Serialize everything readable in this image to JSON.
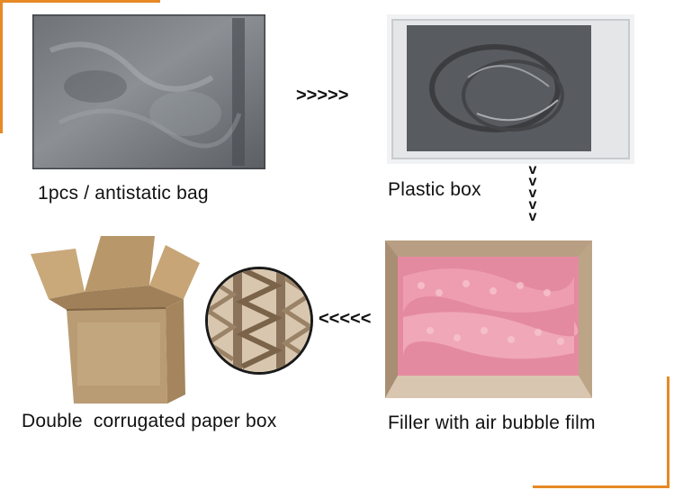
{
  "steps": [
    {
      "caption": "1pcs / antistatic bag"
    },
    {
      "caption": "Plastic box"
    },
    {
      "caption": "Filler with air bubble film"
    },
    {
      "caption": "Double  corrugated paper box"
    }
  ],
  "arrows": {
    "right": ">>>>>",
    "down": [
      "v",
      "v",
      "v",
      "v",
      "v"
    ],
    "left": "<<<<<"
  },
  "colors": {
    "accent": "#e58a25"
  }
}
